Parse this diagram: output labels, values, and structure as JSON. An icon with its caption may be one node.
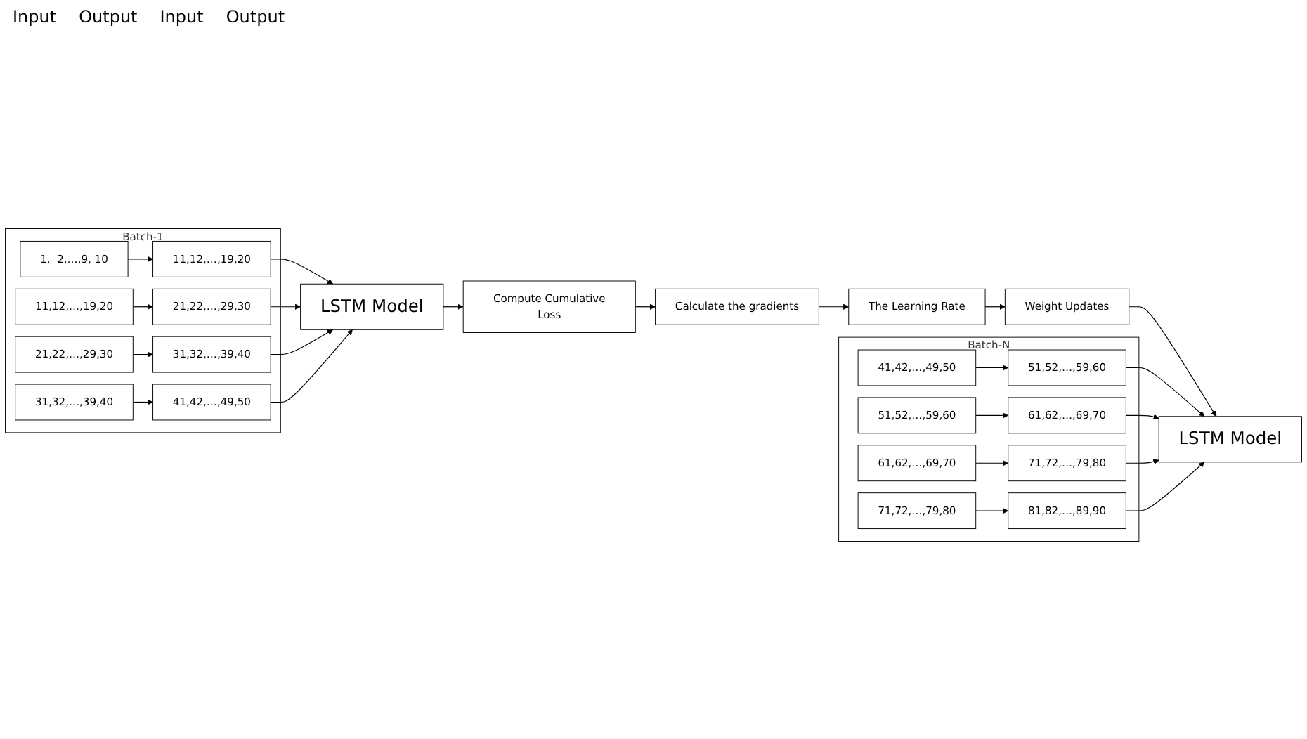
{
  "diagram": {
    "nodes": [
      {
        "text": [
          "Batch-1"
        ]
      },
      {
        "text": [
          "1,  2,…,9, 10"
        ],
        "in": 0
      },
      {
        "text": [
          "11,12,…,19,20"
        ],
        "in": 0
      },
      {
        "text": [
          "11,12,…,19,20"
        ],
        "in": 0
      },
      {
        "text": [
          "21,22,…,29,30"
        ],
        "in": 0
      },
      {
        "text": [
          "21,22,…,29,30"
        ],
        "in": 0
      },
      {
        "text": [
          "31,32,…,39,40"
        ],
        "in": 0
      },
      {
        "text": [
          "31,32,…,39,40"
        ],
        "in": 0
      },
      {
        "text": [
          "41,42,…,49,50"
        ],
        "in": 0
      },
      {
        "text": [
          "LSTM Model"
        ]
      },
      {
        "text": [
          "Compute Cumulative Loss"
        ]
      },
      {
        "text": [
          "Calculate the gradients"
        ]
      },
      {
        "text": [
          "The Learning Rate"
        ]
      },
      {
        "text": [
          "Weight Updates"
        ]
      },
      {
        "text": [
          "Batch-N"
        ]
      },
      {
        "text": [
          "41,42,…,49,50"
        ],
        "in": 14
      },
      {
        "text": [
          "51,52,…,59,60"
        ],
        "in": 14
      },
      {
        "text": [
          "51,52,…,59,60"
        ],
        "in": 14
      },
      {
        "text": [
          "61,62,…,69,70"
        ],
        "in": 14
      },
      {
        "text": [
          "61,62,…,69,70"
        ],
        "in": 14
      },
      {
        "text": [
          "71,72,…,79,80"
        ],
        "in": 14
      },
      {
        "text": [
          "71,72,…,79,80"
        ],
        "in": 14
      },
      {
        "text": [
          "81,82,…,89,90"
        ],
        "in": 14
      },
      {
        "text": [
          "LSTM Model"
        ]
      }
    ],
    "edges": [
      {
        "from": 1,
        "to": 2,
        "arrow": "to"
      },
      {
        "from": 3,
        "to": 4,
        "arrow": "to"
      },
      {
        "from": 5,
        "to": 6,
        "arrow": "to"
      },
      {
        "from": 7,
        "to": 8,
        "arrow": "to"
      },
      {
        "from": 2,
        "to": 9,
        "arrow": "to"
      },
      {
        "from": 4,
        "to": 9,
        "arrow": "to"
      },
      {
        "from": 6,
        "to": 9,
        "arrow": "to"
      },
      {
        "from": 8,
        "to": 9,
        "arrow": "to"
      },
      {
        "from": 9,
        "to": 10,
        "arrow": "to"
      },
      {
        "from": 10,
        "to": 11,
        "arrow": "to"
      },
      {
        "from": 11,
        "to": 12,
        "arrow": "to"
      },
      {
        "from": 12,
        "to": 13,
        "arrow": "to"
      },
      {
        "from": 13,
        "to": 23,
        "arrow": "to"
      },
      {
        "from": 15,
        "to": 16,
        "arrow": "to"
      },
      {
        "from": 17,
        "to": 18,
        "arrow": "to"
      },
      {
        "from": 19,
        "to": 20,
        "arrow": "to"
      },
      {
        "from": 21,
        "to": 22,
        "arrow": "to"
      },
      {
        "from": 16,
        "to": 23,
        "arrow": "to"
      },
      {
        "from": 18,
        "to": 23,
        "arrow": "to"
      },
      {
        "from": 20,
        "to": 23,
        "arrow": "to"
      },
      {
        "from": 22,
        "to": 23,
        "arrow": "to"
      }
    ],
    "labels": [
      "Input",
      "Output",
      "Input",
      "Output"
    ]
  }
}
